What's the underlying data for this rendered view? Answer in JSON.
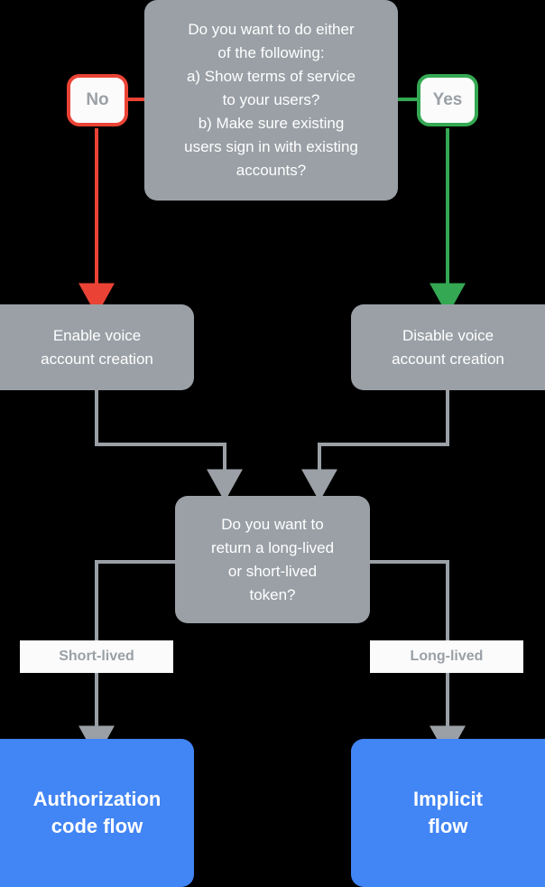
{
  "diagram": {
    "title": "Account linking flow decision chart",
    "colors": {
      "background": "#000000",
      "node_gray": "#9aa0a6",
      "node_blue": "#4285f4",
      "no_red": "#ea4335",
      "yes_green": "#34a853",
      "connector_gray": "#9aa0a6",
      "label_bg": "#fbfbfb",
      "label_text": "#9aa0a6"
    },
    "nodes": {
      "decision_tos": {
        "text": "Do you want to do either of the following:\na) Show terms of service to your users?\nb) Make sure existing users sign in with existing accounts?",
        "lines": [
          "Do you want to do either",
          "of the following:",
          "a) Show terms of service",
          "to your users?",
          "b) Make sure existing",
          "users sign in with existing",
          "accounts?"
        ]
      },
      "enable_voice": {
        "lines": [
          "Enable voice",
          "account creation"
        ]
      },
      "disable_voice": {
        "lines": [
          "Disable voice",
          "account creation"
        ]
      },
      "decision_token": {
        "lines": [
          "Do you want to",
          "return a long-lived",
          "or short-lived",
          "token?"
        ]
      },
      "auth_code_flow": {
        "lines": [
          "Authorization",
          "code flow"
        ]
      },
      "implicit_flow": {
        "lines": [
          "Implicit",
          "flow"
        ]
      }
    },
    "badges": {
      "no": "No",
      "yes": "Yes"
    },
    "edge_labels": {
      "short_lived": "Short-lived",
      "long_lived": "Long-lived"
    }
  }
}
